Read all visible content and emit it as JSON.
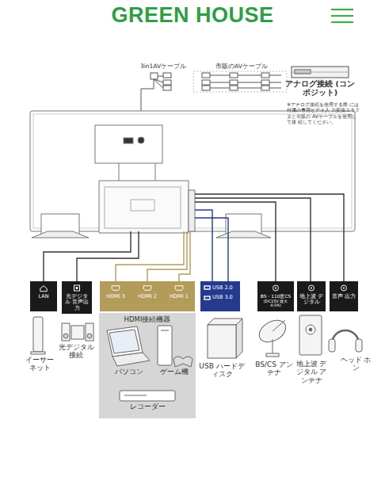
{
  "diagram": {
    "title": "GREEN HOUSE",
    "nodes": [
      {
        "text": [
          "アナログ接続 (コンポジット)"
        ]
      },
      {
        "text": [
          "LAN"
        ]
      },
      {
        "text": [
          "光デジタル 音声出力"
        ]
      },
      {
        "text": [
          "HDMI 3"
        ]
      },
      {
        "text": [
          "HDMI 2"
        ]
      },
      {
        "text": [
          "HDMI 1"
        ]
      },
      {
        "text": [
          "USB 2.0",
          "USB 3.0"
        ]
      },
      {
        "text": [
          "BS・110度CS",
          "(DC15V 最大4.0A)"
        ]
      },
      {
        "text": [
          "地上波 デジタル"
        ]
      },
      {
        "text": [
          "音声 出力"
        ]
      },
      {
        "text": [
          "イーサー ネット"
        ]
      },
      {
        "text": [
          "光デジタル 接続"
        ]
      },
      {
        "text": [
          "HDMI接続機器"
        ]
      },
      {
        "text": [
          "パソコン"
        ],
        "in": 12
      },
      {
        "text": [
          "ゲーム機"
        ],
        "in": 12
      },
      {
        "text": [
          "レコーダー"
        ],
        "in": 12
      },
      {
        "text": [
          "USB ハードディスク"
        ]
      },
      {
        "text": [
          "BS/CS アンテナ"
        ]
      },
      {
        "text": [
          "地上波 デジタル アンテナ"
        ]
      },
      {
        "text": [
          "ヘッド ホン"
        ]
      }
    ],
    "labels": [
      "3in1AVケーブル",
      "市販のAVケーブル",
      "※アナログ接続を使用する際 には付属の専用ビデオ入 力変換コネクタと市販の AVケーブルを使用して接 続してください。"
    ]
  }
}
